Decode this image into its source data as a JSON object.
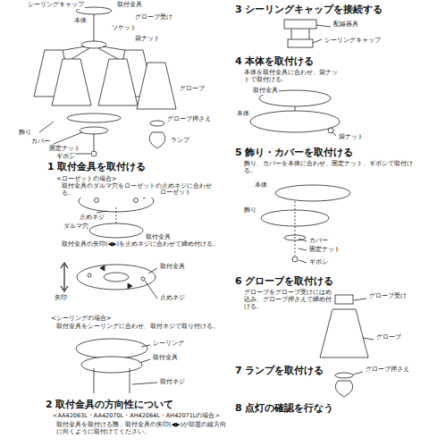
{
  "diagram": {
    "labels": [
      "シーリングキャップ",
      "本体",
      "取付金具",
      "グローブ受け",
      "ソケット",
      "袋ナット",
      "グローブ",
      "グローブ押さえ",
      "カバー",
      "固定ナット",
      "ギボシ",
      "ランプ",
      "飾り",
      "1 取付金具を取付ける",
      "<ローゼットの場合>",
      "取付金具のダルマ穴をローゼットの止めネジに合わせる。",
      "ローゼット",
      "止めネジ",
      "ダルマ穴",
      "取付金具",
      "取付金具の矢印(◀▶)を止めネジに合わせて締め付ける。",
      "取付金具",
      "止めネジ",
      "矢印",
      "<シーリングの場合>",
      "取付金具をシーリングに合わせ、取付ネジで取り付ける。",
      "シーリング",
      "取付金具",
      "取付ネジ",
      "2 取付金具の方向性について",
      "<AA42063L・AA42070L・AH42064L・AH42071Lの場合>",
      "取付金具を取付ける際、取付金具の矢印(◀▶)が部屋の縦方向に向くように取付けてください。",
      "3 シーリングキャップを接続する",
      "配線器具",
      "シーリングキャップ",
      "4 本体を取付ける",
      "本体を取付金具に合わせ、袋ナットで取付ける。",
      "取付金具",
      "本体",
      "袋ナット",
      "5 飾り・カバーを取付ける",
      "飾り、カバーを本体に合わせ、固定ナット、ギボシで取付ける。",
      "本体",
      "飾り",
      "カバー",
      "固定ナット",
      "ギボシ",
      "6 グローブを取付ける",
      "グローブをグローブ受けにはめ込み、グローブ押さえで締め付ける。",
      "グローブ受け",
      "グローブ",
      "7 ランプを取付ける",
      "グローブ押さえ",
      "8 点灯の確認を行なう"
    ]
  }
}
